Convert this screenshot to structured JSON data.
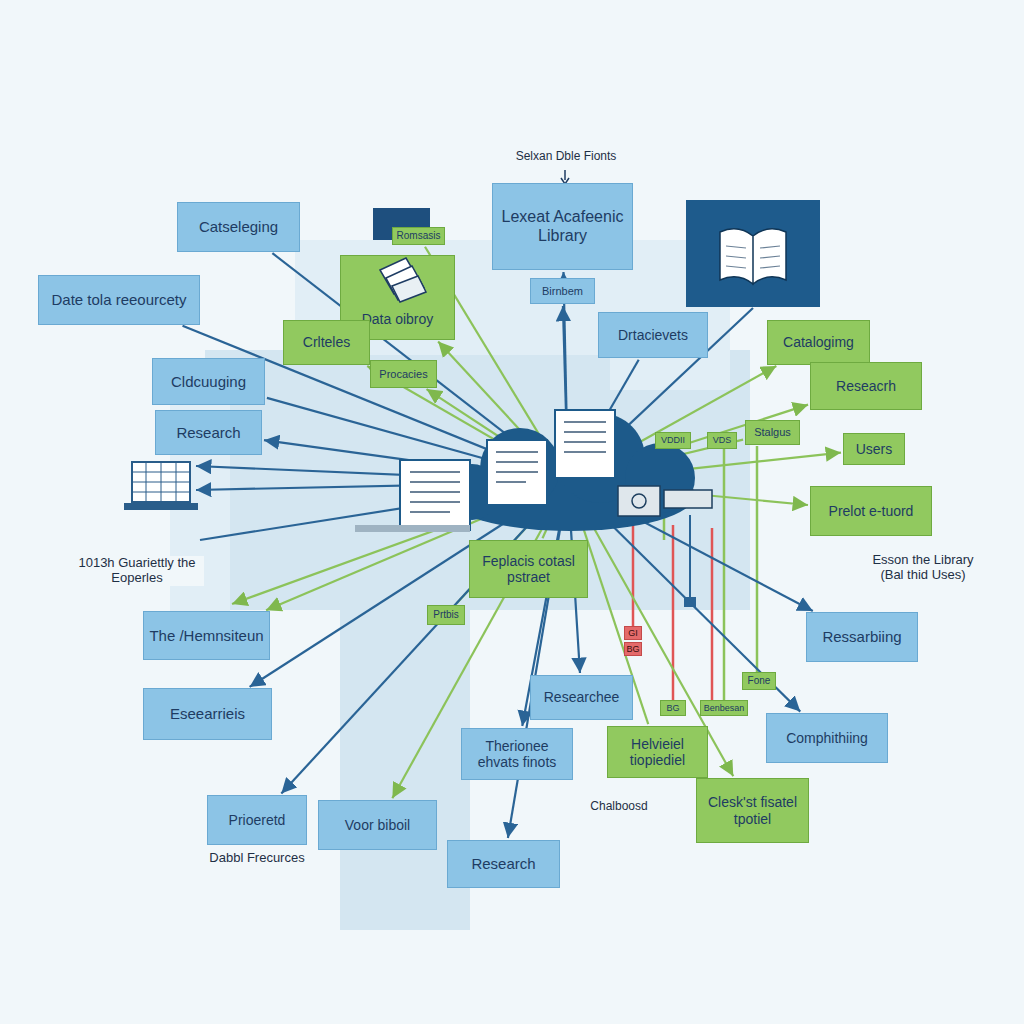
{
  "diagram": {
    "nodes": [
      {
        "text": [
          "Catseleging"
        ]
      },
      {
        "text": [
          "Romsasis"
        ]
      },
      {
        "text": [
          "Lexeat Acafeenic Library"
        ]
      },
      {
        "text": [
          "Date tola reeourcety"
        ]
      },
      {
        "text": [
          "Birnbem"
        ]
      },
      {
        "text": [
          "Data oibroy"
        ]
      },
      {
        "text": [
          "Drtacievets"
        ]
      },
      {
        "text": [
          "Crlteles"
        ]
      },
      {
        "text": [
          "Catalogimg"
        ]
      },
      {
        "text": [
          "Cldcuuging"
        ]
      },
      {
        "text": [
          "Procacies"
        ]
      },
      {
        "text": [
          "Reseacrh"
        ]
      },
      {
        "text": [
          "Research"
        ]
      },
      {
        "text": [
          "VDDII"
        ]
      },
      {
        "text": [
          "VDS"
        ]
      },
      {
        "text": [
          "Stalgus"
        ]
      },
      {
        "text": [
          "Users"
        ]
      },
      {
        "text": [
          "Prelot e-tuord"
        ]
      },
      {
        "text": [
          "Feplacis cotasl pstraet"
        ]
      },
      {
        "text": [
          "Prtbis"
        ]
      },
      {
        "text": [
          "The /Hemnsiteun"
        ]
      },
      {
        "text": [
          "Ressarbiing"
        ]
      },
      {
        "text": [
          "GI"
        ]
      },
      {
        "text": [
          "BG"
        ]
      },
      {
        "text": [
          "Fone"
        ]
      },
      {
        "text": [
          "Eseearrieis"
        ]
      },
      {
        "text": [
          "Researchee"
        ]
      },
      {
        "text": [
          "BG"
        ]
      },
      {
        "text": [
          "Benbesan"
        ]
      },
      {
        "text": [
          "Comphithiing"
        ]
      },
      {
        "text": [
          "Therionee ehvats finots"
        ]
      },
      {
        "text": [
          "Helvieiel tiopiediel"
        ]
      },
      {
        "text": [
          "Clesk'st fisatel tpotiel"
        ]
      },
      {
        "text": [
          "Prioeretd"
        ]
      },
      {
        "text": [
          "Voor biboil"
        ]
      },
      {
        "text": [
          "Research"
        ]
      }
    ],
    "labels": [
      "Selxan Dble Fionts",
      "1013h Guariettly the Eoperles",
      "Esson the Library (Bal thid Uses)",
      "Chalboosd",
      "Dabbl Frecurces"
    ]
  }
}
